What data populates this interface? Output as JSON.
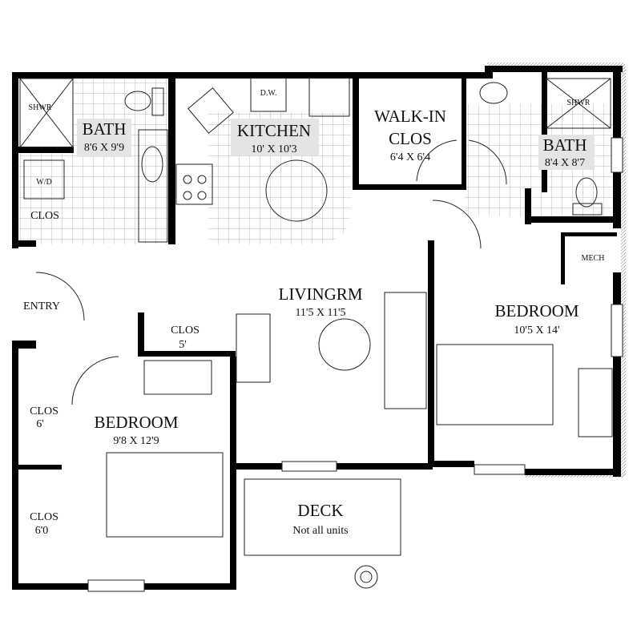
{
  "rooms": {
    "bath1": {
      "name": "BATH",
      "size": "8'6 X 9'9",
      "shower": "SHWR",
      "washer": "W/D",
      "closet": "CLOS"
    },
    "kitchen": {
      "name": "KITCHEN",
      "size": "10' X 10'3",
      "dishwasher": "D.W."
    },
    "walkin": {
      "name1": "WALK-IN",
      "name2": "CLOS",
      "size": "6'4 X 6'4"
    },
    "bath2": {
      "name": "BATH",
      "size": "8'4 X 8'7",
      "shower": "SHWR"
    },
    "mech": {
      "name": "MECH"
    },
    "living": {
      "name": "LIVINGRM",
      "size": "11'5 X 11'5"
    },
    "bedroom2": {
      "name": "BEDROOM",
      "size": "10'5 X 14'"
    },
    "entry": {
      "name": "ENTRY"
    },
    "clos5": {
      "name": "CLOS",
      "size": "5'"
    },
    "clos6": {
      "name": "CLOS",
      "size": "6'"
    },
    "bedroom1": {
      "name": "BEDROOM",
      "size": "9'8 X 12'9"
    },
    "clos60": {
      "name": "CLOS",
      "size": "6'0"
    },
    "deck": {
      "name": "DECK",
      "note": "Not all units"
    }
  }
}
